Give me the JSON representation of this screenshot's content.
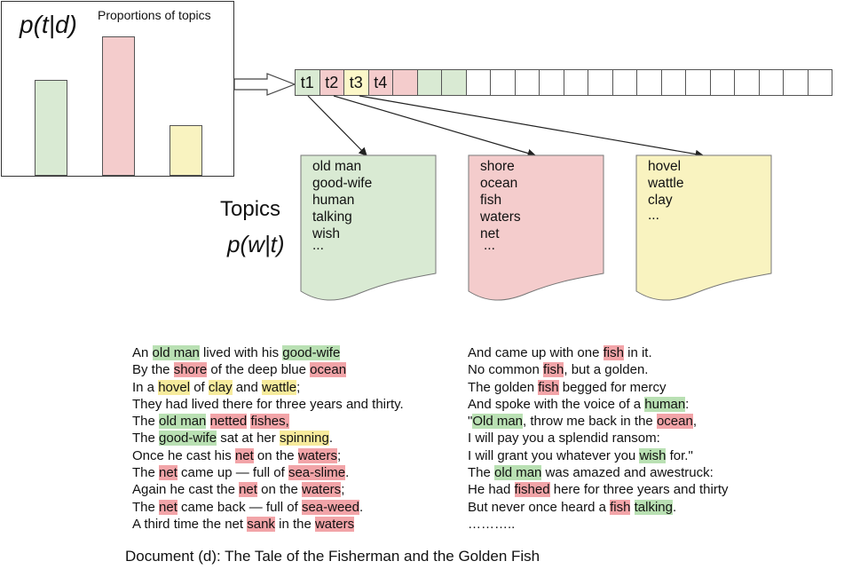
{
  "colors": {
    "green": "#d9ead3",
    "red": "#f4cccc",
    "yellow": "#f9f3c0",
    "hl_green": "#b9e0b3",
    "hl_red": "#f2a4a8",
    "hl_yellow": "#f7eb9c"
  },
  "proportions": {
    "title": "Proportions of topics",
    "formula": "p(t|d)",
    "values": [
      0.55,
      0.8,
      0.29
    ],
    "colors": [
      "#d9ead3",
      "#f4cccc",
      "#f9f3c0"
    ]
  },
  "strip": {
    "cells": [
      {
        "label": "t1",
        "color": "#d9ead3"
      },
      {
        "label": "t2",
        "color": "#f4cccc"
      },
      {
        "label": "t3",
        "color": "#fcf7c8"
      },
      {
        "label": "t4",
        "color": "#f4cccc"
      },
      {
        "label": "",
        "color": "#f4cccc"
      },
      {
        "label": "",
        "color": "#d9ead3"
      },
      {
        "label": "",
        "color": "#d9ead3"
      },
      {
        "label": "",
        "color": "#ffffff"
      },
      {
        "label": "",
        "color": "#ffffff"
      },
      {
        "label": "",
        "color": "#ffffff"
      },
      {
        "label": "",
        "color": "#ffffff"
      },
      {
        "label": "",
        "color": "#ffffff"
      },
      {
        "label": "",
        "color": "#ffffff"
      },
      {
        "label": "",
        "color": "#ffffff"
      },
      {
        "label": "",
        "color": "#ffffff"
      },
      {
        "label": "",
        "color": "#ffffff"
      },
      {
        "label": "",
        "color": "#ffffff"
      },
      {
        "label": "",
        "color": "#ffffff"
      },
      {
        "label": "",
        "color": "#ffffff"
      },
      {
        "label": "",
        "color": "#ffffff"
      },
      {
        "label": "",
        "color": "#ffffff"
      },
      {
        "label": "",
        "color": "#ffffff"
      }
    ]
  },
  "topics": {
    "label": "Topics",
    "formula": "p(w|t)",
    "cards": [
      {
        "color": "#d9ead3",
        "words": [
          "old man",
          "good-wife",
          "human",
          "talking",
          "wish",
          "..."
        ]
      },
      {
        "color": "#f4cccc",
        "words": [
          "shore",
          "ocean",
          "fish",
          "waters",
          "net",
          "..."
        ]
      },
      {
        "color": "#f9f3c0",
        "words": [
          "hovel",
          "wattle",
          "clay",
          "..."
        ]
      }
    ]
  },
  "document": {
    "caption": "Document (d): The Tale of the Fisherman and the Golden Fish",
    "left": [
      [
        [
          "An ",
          ""
        ],
        [
          "old man",
          "g"
        ],
        [
          " lived with his ",
          ""
        ],
        [
          "good-wife",
          "g"
        ]
      ],
      [
        [
          "By the ",
          ""
        ],
        [
          "shore",
          "r"
        ],
        [
          " of the deep blue ",
          ""
        ],
        [
          "ocean",
          "r"
        ]
      ],
      [
        [
          "In a ",
          ""
        ],
        [
          "hovel",
          "y"
        ],
        [
          " of ",
          ""
        ],
        [
          "clay",
          "y"
        ],
        [
          " and ",
          ""
        ],
        [
          "wattle",
          "y"
        ],
        [
          ";",
          ""
        ]
      ],
      [
        [
          "They had lived there for three years and thirty.",
          ""
        ]
      ],
      [
        [
          "The ",
          ""
        ],
        [
          "old man",
          "g"
        ],
        [
          " ",
          ""
        ],
        [
          "netted",
          "r"
        ],
        [
          " ",
          ""
        ],
        [
          "fishes,",
          "r"
        ]
      ],
      [
        [
          "The ",
          ""
        ],
        [
          "good-wife",
          "g"
        ],
        [
          " sat at her ",
          ""
        ],
        [
          "spinning",
          "y"
        ],
        [
          ".",
          ""
        ]
      ],
      [
        [
          "Once he cast his ",
          ""
        ],
        [
          "net",
          "r"
        ],
        [
          " on the ",
          ""
        ],
        [
          "waters",
          "r"
        ],
        [
          ";",
          ""
        ]
      ],
      [
        [
          "The ",
          ""
        ],
        [
          "net",
          "r"
        ],
        [
          " came up — full of ",
          ""
        ],
        [
          "sea-slime",
          "r"
        ],
        [
          ".",
          ""
        ]
      ],
      [
        [
          "Again he cast the ",
          ""
        ],
        [
          "net",
          "r"
        ],
        [
          " on the ",
          ""
        ],
        [
          "waters",
          "r"
        ],
        [
          ";",
          ""
        ]
      ],
      [
        [
          "The ",
          ""
        ],
        [
          "net",
          "r"
        ],
        [
          " came back — full of ",
          ""
        ],
        [
          "sea-weed",
          "r"
        ],
        [
          ".",
          ""
        ]
      ],
      [
        [
          "A third time the net ",
          ""
        ],
        [
          "sank",
          "r"
        ],
        [
          " in the ",
          ""
        ],
        [
          "waters",
          "r"
        ]
      ]
    ],
    "right": [
      [
        [
          "And came up with one ",
          ""
        ],
        [
          "fish",
          "r"
        ],
        [
          " in it.",
          ""
        ]
      ],
      [
        [
          "No common ",
          ""
        ],
        [
          "fish",
          "r"
        ],
        [
          ", but a golden.",
          ""
        ]
      ],
      [
        [
          "The golden ",
          ""
        ],
        [
          "fish",
          "r"
        ],
        [
          " begged for mercy",
          ""
        ]
      ],
      [
        [
          "And spoke with the voice of a ",
          ""
        ],
        [
          "human",
          "g"
        ],
        [
          ":",
          ""
        ]
      ],
      [
        [
          "\"",
          ""
        ],
        [
          "Old man",
          "g"
        ],
        [
          ", throw me back in the ",
          ""
        ],
        [
          "ocean",
          "r"
        ],
        [
          ",",
          ""
        ]
      ],
      [
        [
          "I will pay you a splendid ransom:",
          ""
        ]
      ],
      [
        [
          "I will grant you whatever you ",
          ""
        ],
        [
          "wish",
          "g"
        ],
        [
          " for.\"",
          ""
        ]
      ],
      [
        [
          "The ",
          ""
        ],
        [
          "old man",
          "g"
        ],
        [
          " was amazed and awestruck:",
          ""
        ]
      ],
      [
        [
          "He had ",
          ""
        ],
        [
          "fished",
          "r"
        ],
        [
          " here for three years and thirty",
          ""
        ]
      ],
      [
        [
          "But never once heard a ",
          ""
        ],
        [
          "fish",
          "r"
        ],
        [
          " ",
          ""
        ],
        [
          "talking",
          "g"
        ],
        [
          ".",
          ""
        ]
      ],
      [
        [
          "………..",
          ""
        ]
      ]
    ]
  }
}
